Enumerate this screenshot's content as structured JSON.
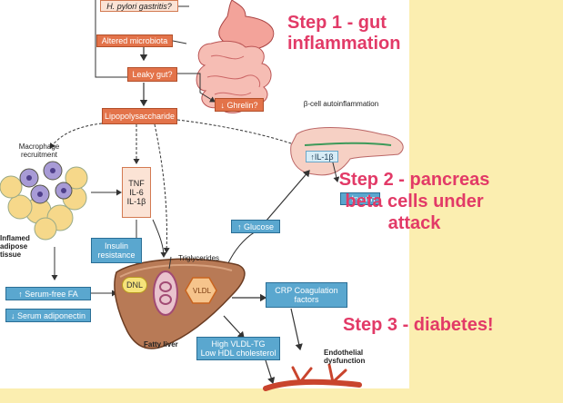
{
  "boxes": {
    "h_pylori": "H. pylori gastritis?",
    "altered_microbiota": "Altered microbiota",
    "leaky_gut": "Leaky gut?",
    "ghrelin": "↓ Ghrelin?",
    "lps": "Lipopolysaccharide",
    "cytokines": [
      "TNF",
      "IL-6",
      "IL-1β"
    ],
    "insulin_resistance": "Insulin resistance",
    "serum_ffa": "↑ Serum-free FA",
    "serum_adiponectin": "↓ Serum adiponectin",
    "glucose": "↑ Glucose",
    "insulin": "↓ Insulin",
    "il1b_pancreas": "↑IL-1β",
    "crp": "CRP Coagulation factors",
    "lipids": [
      "High VLDL-TG",
      "Low HDL cholesterol"
    ],
    "dnl": "DNL",
    "vldl": "VLDL"
  },
  "labels": {
    "macrophage": "Macrophage recruitment",
    "inflamed_adipose": "Inflamed adipose tissue",
    "beta_cell": "β-cell autoinflammation",
    "triglycerides": "Triglycerides",
    "fatty_liver": "Fatty liver",
    "endothelial": "Endothelial dysfunction"
  },
  "steps": {
    "step1": "Step 1 - gut inflammation",
    "step2": "Step 2 - pancreas beta cells under attack",
    "step3": "Step 3 - diabetes!"
  },
  "colors": {
    "step_text": "#e23a67",
    "orange_box": "#e3734a",
    "blue_box": "#5aa7cf",
    "side_panel": "#fbeeb0"
  },
  "icons": [
    "stomach-icon",
    "intestine-icon",
    "adipocyte-icon",
    "macrophage-icon",
    "liver-icon",
    "pancreas-icon",
    "blood-vessel-icon"
  ]
}
